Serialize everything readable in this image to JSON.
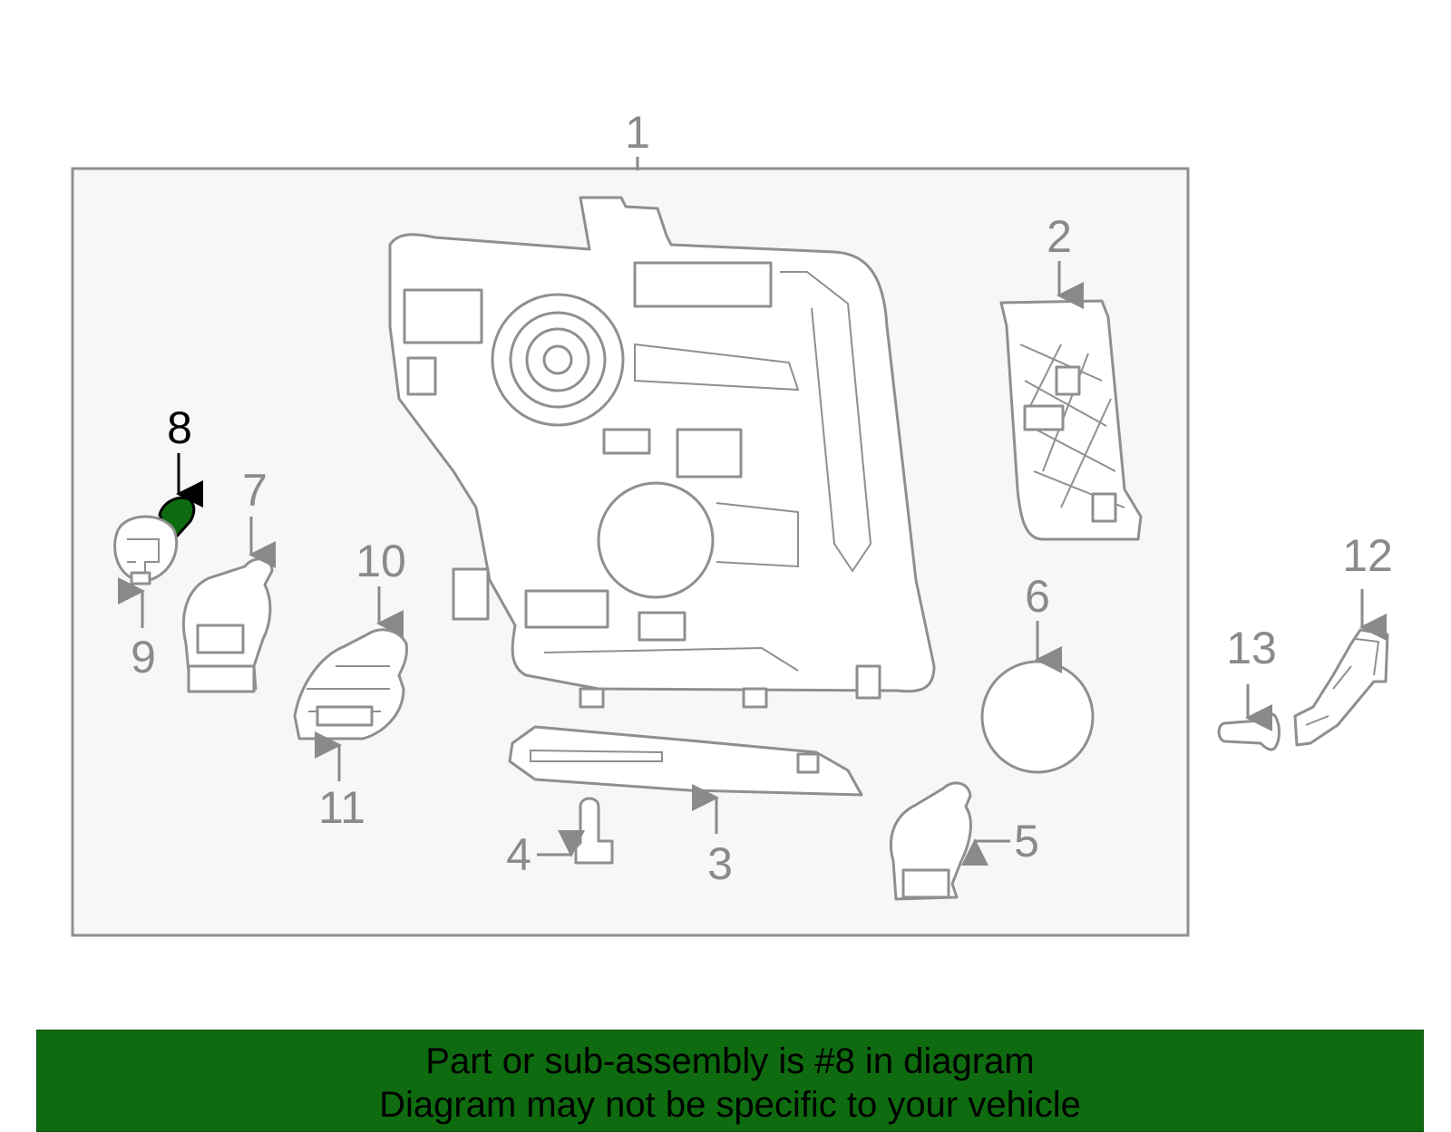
{
  "diagram": {
    "callouts": [
      "1",
      "2",
      "3",
      "4",
      "5",
      "6",
      "7",
      "8",
      "9",
      "10",
      "11",
      "12",
      "13"
    ],
    "highlighted_part": "8",
    "colors": {
      "highlight_fill": "#0f6b0f",
      "outline": "#8f8f8f",
      "panel_bg": "#f7f7f7",
      "banner_bg": "#0f6b0f"
    }
  },
  "banner": {
    "line1": "Part or sub-assembly is #8 in diagram",
    "line2": "Diagram may not be specific to your vehicle"
  }
}
